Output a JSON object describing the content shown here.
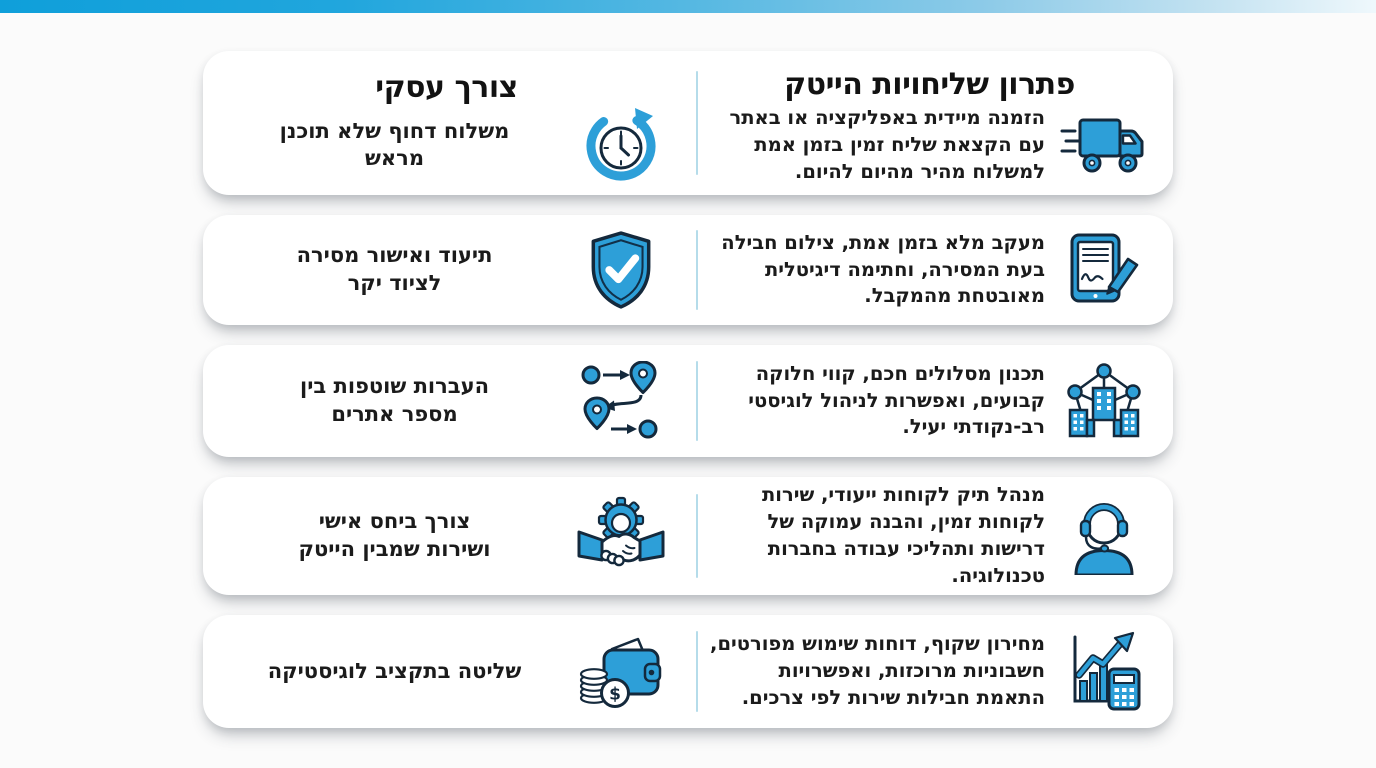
{
  "slide": {
    "background": "#fbfbfb",
    "accent_blue": "#2d9fd8",
    "outline_dark": "#14293c",
    "divider_color": "#b5dcea",
    "topbar_gradient": [
      "#0f9fda",
      "#eff8fc"
    ]
  },
  "columns": {
    "solution_title": "פתרון שליחויות הייטק",
    "need_title": "צורך עסקי"
  },
  "rows": [
    {
      "solution_title": "פתרון שליחויות הייטק",
      "solution_text": "הזמנה מיידית באפליקציה או באתר עם הקצאת שליח זמין בזמן אמת למשלוח מהיר מהיום להיום.",
      "solution_icon": "delivery-truck-icon",
      "need_title": "צורך עסקי",
      "need_text": "משלוח דחוף שלא תוכנן\nמראש",
      "need_icon": "clock-refresh-icon"
    },
    {
      "solution_text": "מעקב מלא בזמן אמת, צילום חבילה בעת המסירה, וחתימה דיגיטלית מאובטחת מהמקבל.",
      "solution_icon": "tablet-signature-icon",
      "need_text": "תיעוד ואישור מסירה\nלציוד יקר",
      "need_icon": "shield-check-icon"
    },
    {
      "solution_text": "תכנון מסלולים חכם, קווי חלוקה קבועים, ואפשרות לניהול לוגיסטי רב-נקודתי יעיל.",
      "solution_icon": "network-buildings-icon",
      "need_text": "העברות שוטפות בין\nמספר אתרים",
      "need_icon": "route-pins-icon"
    },
    {
      "solution_text": "מנהל תיק לקוחות ייעודי, שירות לקוחות זמין, והבנה עמוקה של דרישות ותהליכי עבודה בחברות טכנולוגיה.",
      "solution_icon": "support-agent-icon",
      "need_text": "צורך ביחס אישי\nושירות שמבין הייטק",
      "need_icon": "handshake-gear-icon"
    },
    {
      "solution_text": "מחירון שקוף, דוחות שימוש מפורטים, חשבוניות מרוכזות, ואפשרויות התאמת חבילות שירות לפי צרכים.",
      "solution_icon": "chart-calculator-icon",
      "need_text": "שליטה בתקציב לוגיסטיקה",
      "need_icon": "wallet-coins-icon"
    }
  ]
}
